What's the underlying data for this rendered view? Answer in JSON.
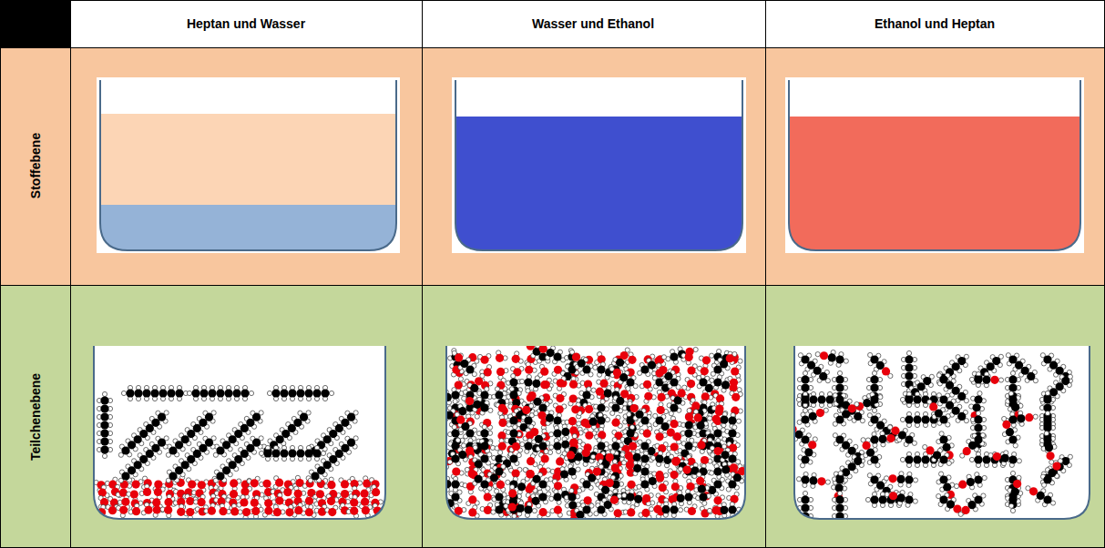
{
  "diagram": {
    "labels": [
      "Heptan und Wasser",
      "Wasser und Ethanol",
      "Ethanol und Heptan",
      "Stoffebene",
      "Teilchenebene"
    ]
  }
}
